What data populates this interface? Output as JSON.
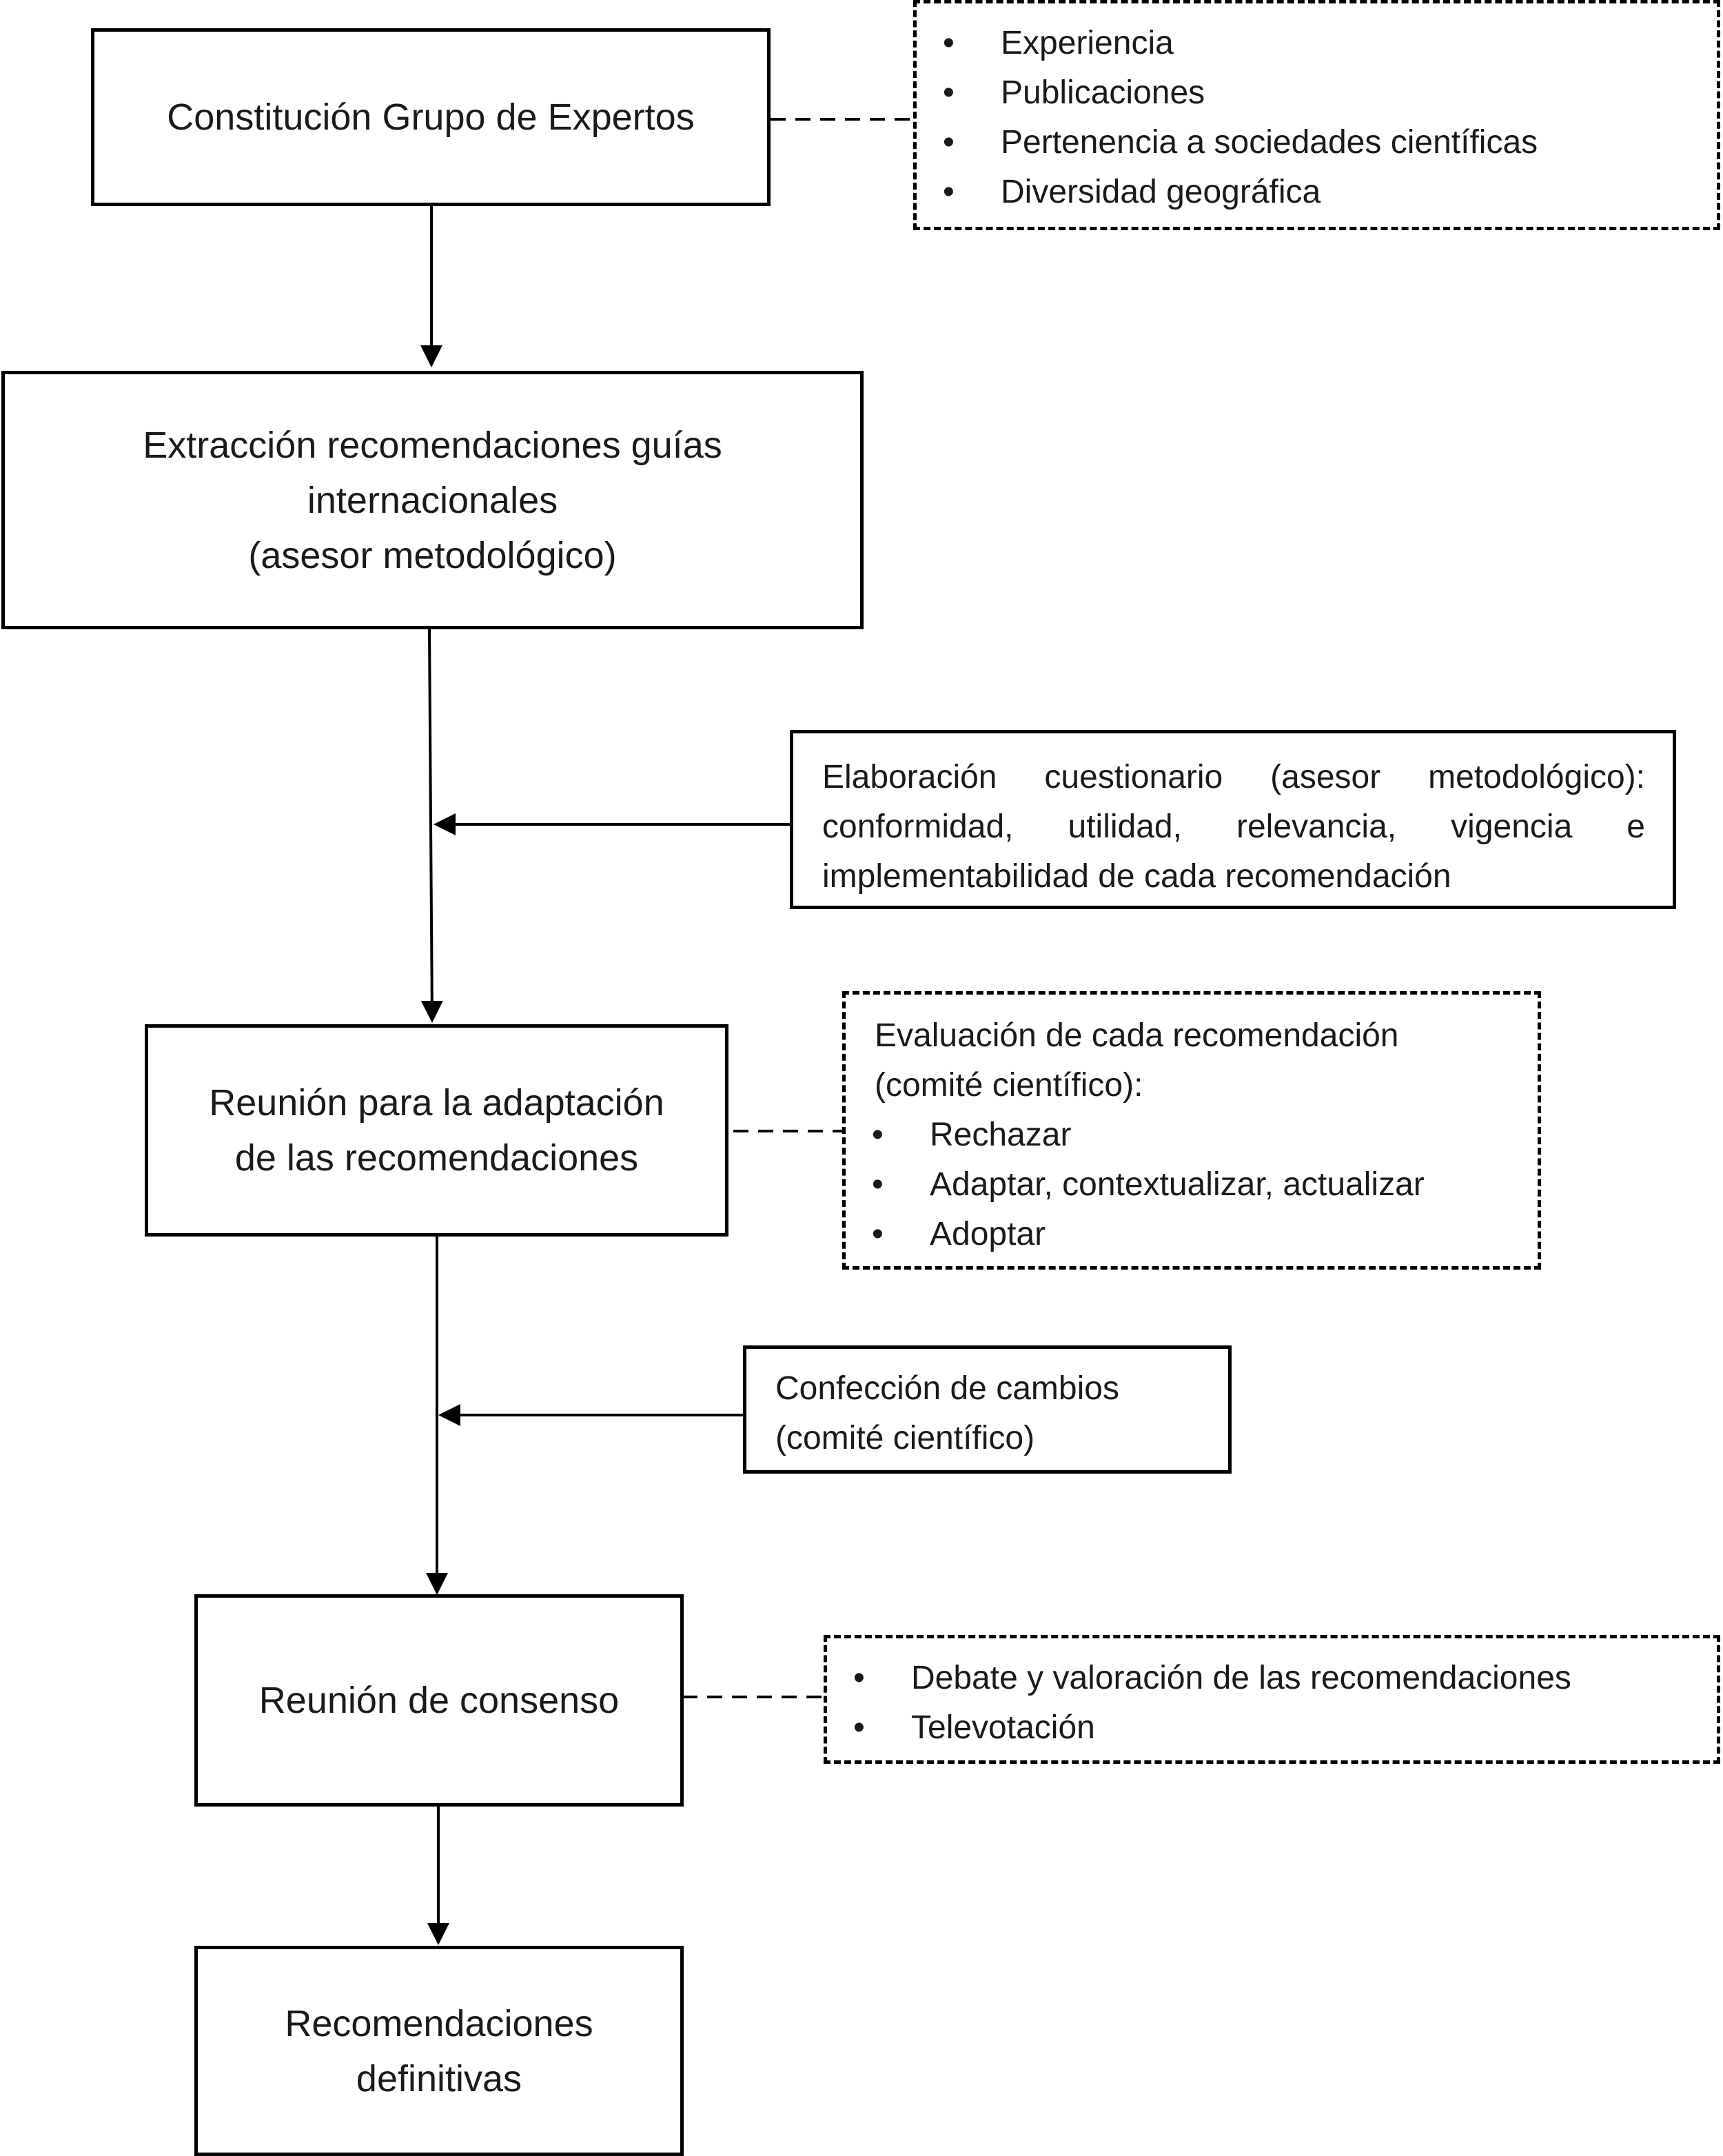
{
  "diagram": {
    "main_steps": [
      {
        "label": "Constitución Grupo de Expertos"
      },
      {
        "lines": [
          "Extracción recomendaciones guías",
          "internacionales",
          "(asesor metodológico)"
        ]
      },
      {
        "lines": [
          "Reunión para la adaptación",
          "de las recomendaciones"
        ]
      },
      {
        "label": "Reunión de consenso"
      },
      {
        "lines": [
          "Recomendaciones",
          "definitivas"
        ]
      }
    ],
    "expert_criteria": {
      "items": [
        "Experiencia",
        "Publicaciones",
        "Pertenencia a sociedades científicas",
        "Diversidad geográfica"
      ]
    },
    "questionnaire": {
      "lines": [
        "Elaboración cuestionario (asesor metodológico):",
        "conformidad, utilidad, relevancia, vigencia e",
        "implementabilidad de cada recomendación"
      ]
    },
    "evaluation": {
      "heading_lines": [
        "Evaluación de cada recomendación",
        "(comité científico):"
      ],
      "items": [
        "Rechazar",
        "Adaptar, contextualizar, actualizar",
        "Adoptar"
      ]
    },
    "changes": {
      "lines": [
        "Confección de cambios",
        "(comité científico)"
      ]
    },
    "consensus_activities": {
      "items": [
        "Debate y valoración de las recomendaciones",
        "Televotación"
      ]
    }
  }
}
